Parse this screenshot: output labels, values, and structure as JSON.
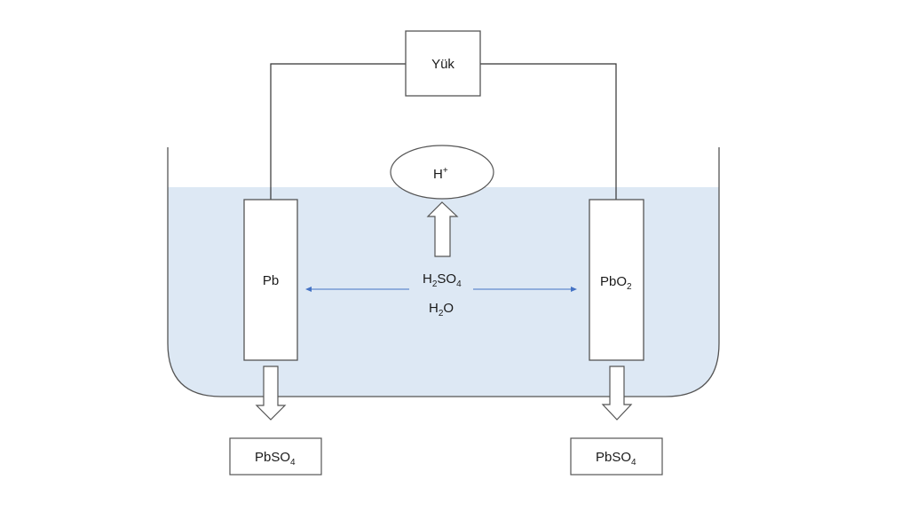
{
  "title": "Lead-acid battery discharge diagram",
  "colors": {
    "electrolyte": "#dde8f4",
    "stroke": "#555555",
    "arrow": "#4472c4"
  },
  "load": {
    "label": "Yük"
  },
  "ion": {
    "base": "H",
    "sup": "+"
  },
  "electrolyte": {
    "line1": {
      "a": "H",
      "sub1": "2",
      "b": "SO",
      "sub2": "4"
    },
    "line2": {
      "a": "H",
      "sub1": "2",
      "b": "O"
    }
  },
  "anode": {
    "label": "Pb"
  },
  "cathode": {
    "base": "PbO",
    "sub": "2"
  },
  "products": [
    {
      "base": "PbSO",
      "sub": "4"
    },
    {
      "base": "PbSO",
      "sub": "4"
    }
  ]
}
